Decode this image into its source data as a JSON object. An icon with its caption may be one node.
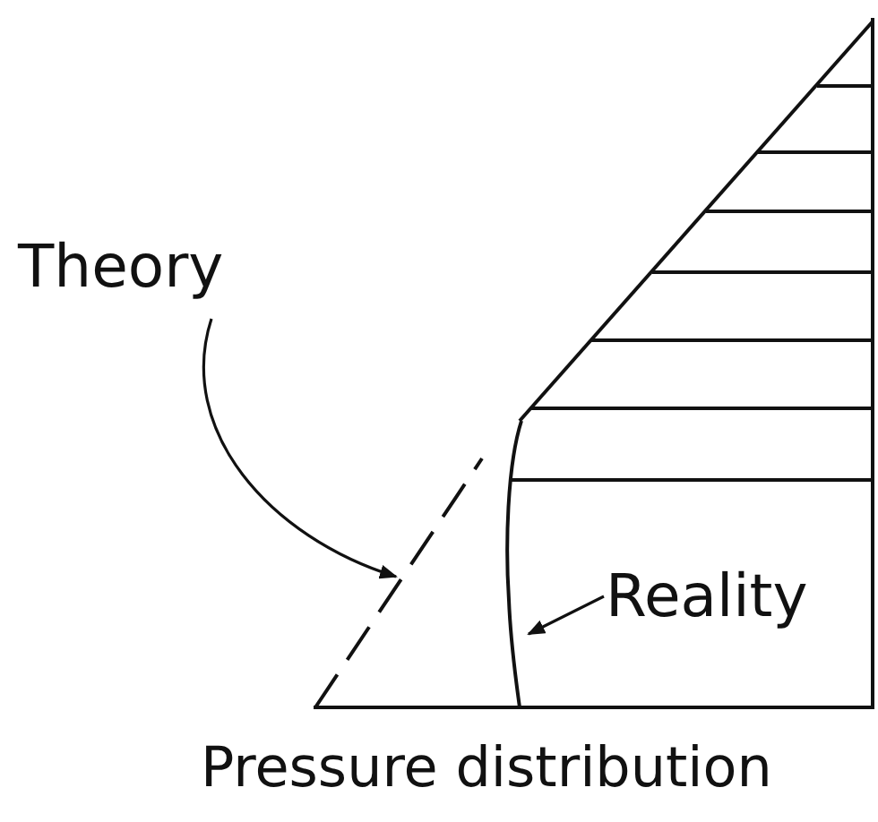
{
  "diagram": {
    "caption": "Pressure distribution",
    "nodes": [
      {
        "text": [
          "Theory"
        ]
      },
      {
        "text": [
          "Reality"
        ]
      },
      {
        "text": [],
        "shape": "line"
      },
      {
        "text": [],
        "shape": "line"
      }
    ],
    "edges": [
      {
        "from": 0,
        "to": 2,
        "arrow": "to"
      },
      {
        "from": 1,
        "to": 3,
        "arrow": "to"
      }
    ]
  }
}
